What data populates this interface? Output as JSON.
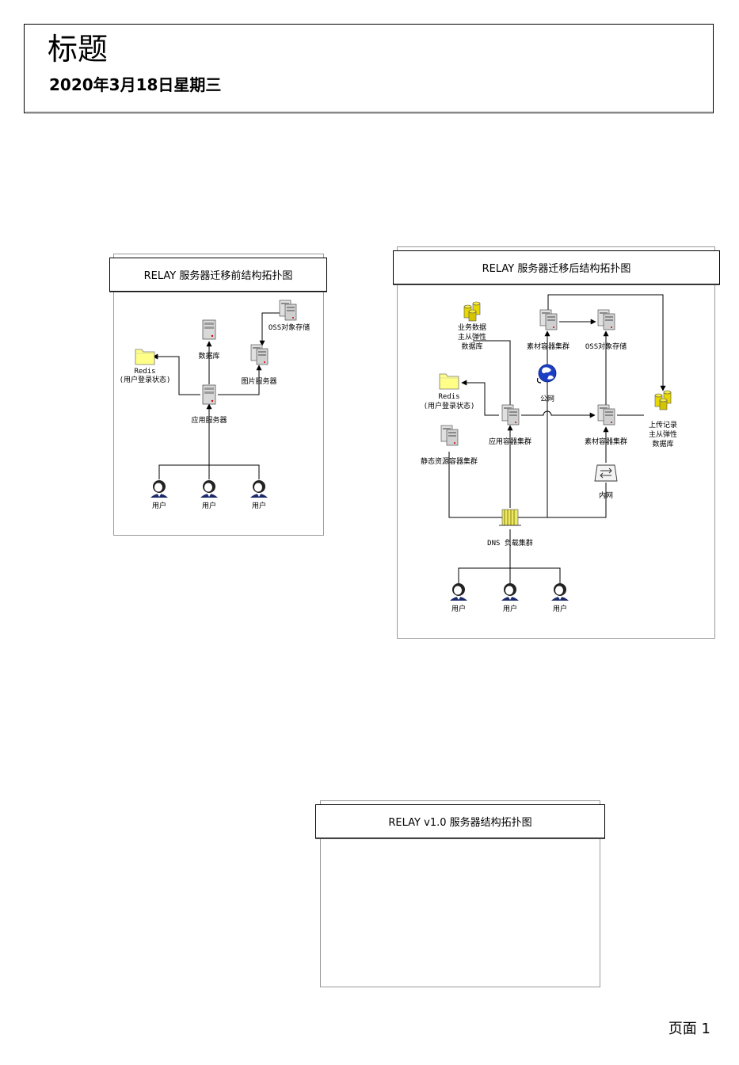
{
  "header": {
    "title": "标题",
    "date": "2020年3月18日星期三"
  },
  "diagram_before": {
    "title": "RELAY 服务器迁移前结构拓扑图",
    "nodes": {
      "redis": "Redis",
      "redis_sub": "(用户登录状态)",
      "database": "数据库",
      "oss": "OSS对象存储",
      "image_server": "图片服务器",
      "app_server": "应用服务器",
      "user1": "用户",
      "user2": "用户",
      "user3": "用户"
    }
  },
  "diagram_after": {
    "title": "RELAY 服务器迁移后结构拓扑图",
    "nodes": {
      "biz_db_1": "业务数据",
      "biz_db_2": "主从弹性",
      "biz_db_3": "数据库",
      "material_cluster_top": "素材容器集群",
      "oss": "OSS对象存储",
      "public_net": "公网",
      "redis": "Redis",
      "redis_sub": "(用户登录状态)",
      "app_cluster": "应用容器集群",
      "material_cluster": "素材容器集群",
      "upload_db_1": "上传记录",
      "upload_db_2": "主从弹性",
      "upload_db_3": "数据库",
      "static_cluster": "静态资源容器集群",
      "intranet": "内网",
      "dns": "DNS 负载集群",
      "user1": "用户",
      "user2": "用户",
      "user3": "用户"
    }
  },
  "diagram_v1": {
    "title": "RELAY v1.0 服务器结构拓扑图"
  },
  "footer": {
    "page": "页面 1"
  }
}
